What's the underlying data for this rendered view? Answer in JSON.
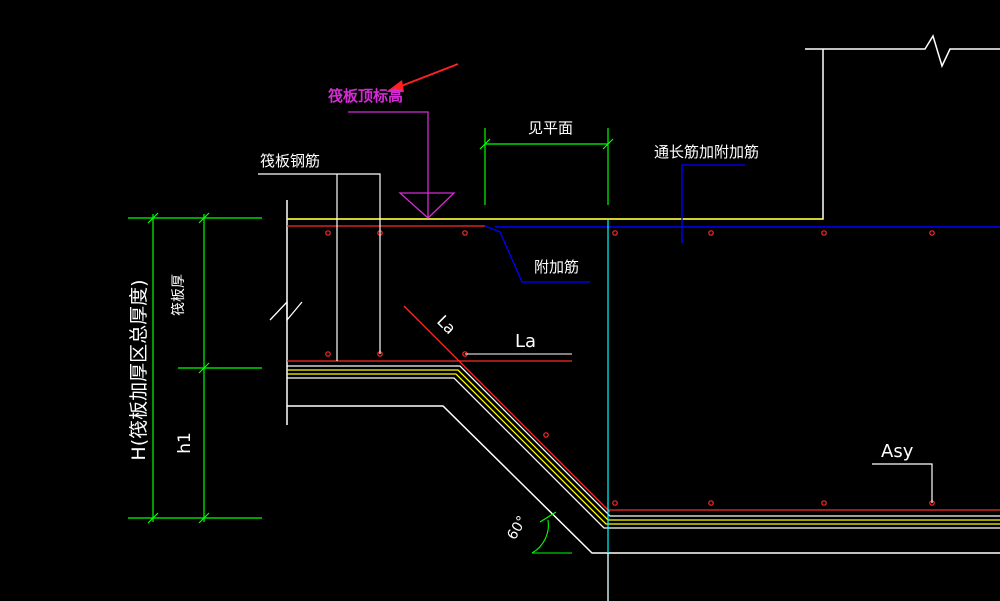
{
  "labels": {
    "raft_top_elevation": "筏板顶标高",
    "see_plan": "见平面",
    "raft_rebar": "筏板钢筋",
    "through_plus_additional": "通长筋加附加筋",
    "additional_bar": "附加筋",
    "la_sloped": "La",
    "la_horizontal": "La",
    "raft_thickness": "筏板厚",
    "total_thickness": "H(筏板加厚区总厚度)",
    "h1": "h1",
    "asy": "Asy",
    "angle": "60°"
  },
  "colors": {
    "background": "#000000",
    "outline": "#ffffff",
    "dimension": "#00ff00",
    "top_rebar": "#ff2a2a",
    "through_bar": "#0000ff",
    "elevation_marker": "#d42bd4",
    "arrow": "#ff2020",
    "cyan_axis": "#00ffff",
    "yellow": "#ffff00"
  }
}
